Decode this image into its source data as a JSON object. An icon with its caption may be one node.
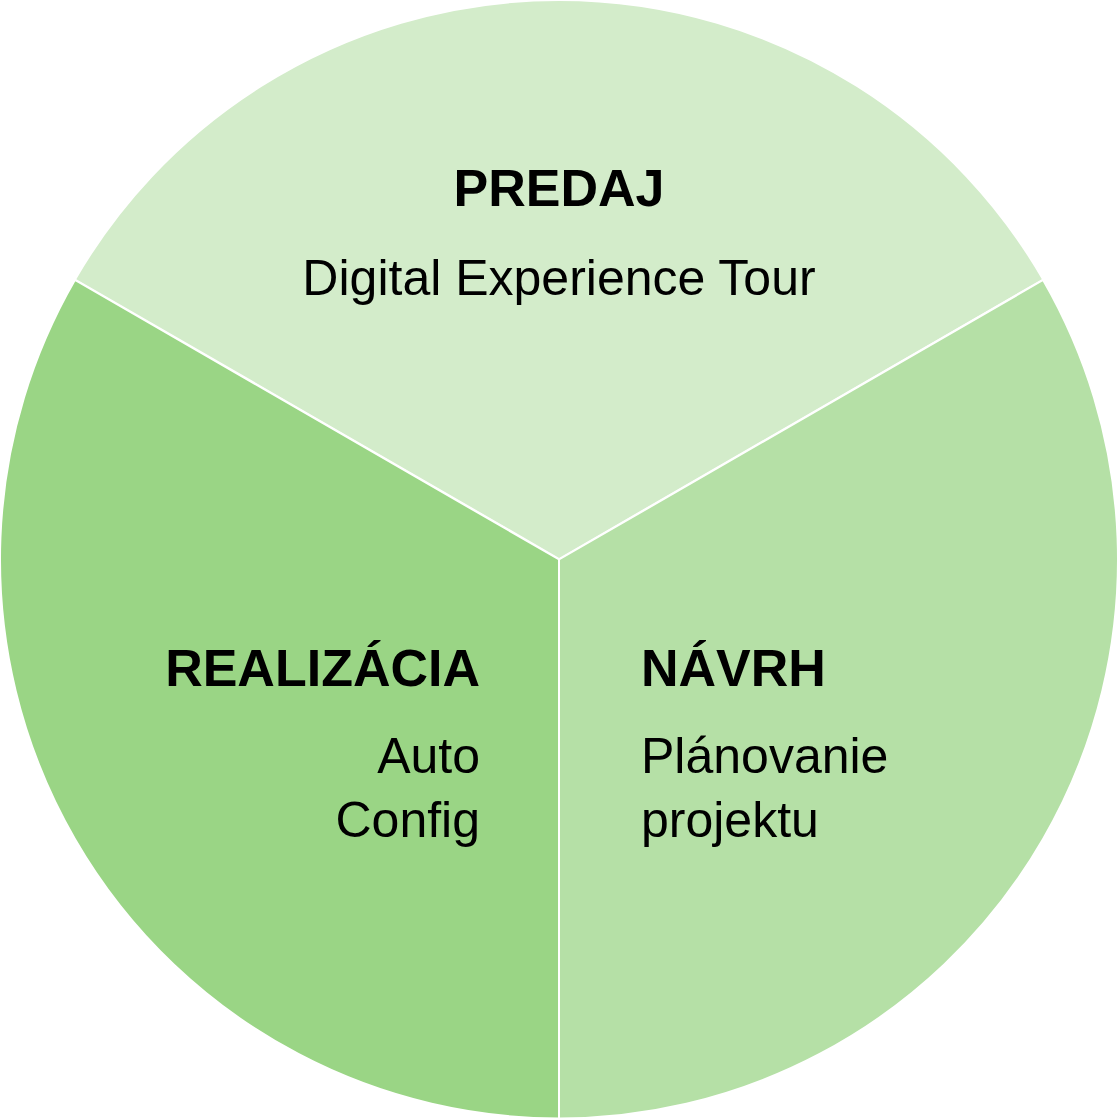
{
  "diagram": {
    "nodes": [
      {
        "text": [
          "PREDAJ",
          "Digital Experience Tour"
        ]
      },
      {
        "text": [
          "NÁVRH",
          "Plánovanie projektu"
        ]
      },
      {
        "text": [
          "REALIZÁCIA",
          "Auto Config"
        ]
      }
    ]
  }
}
